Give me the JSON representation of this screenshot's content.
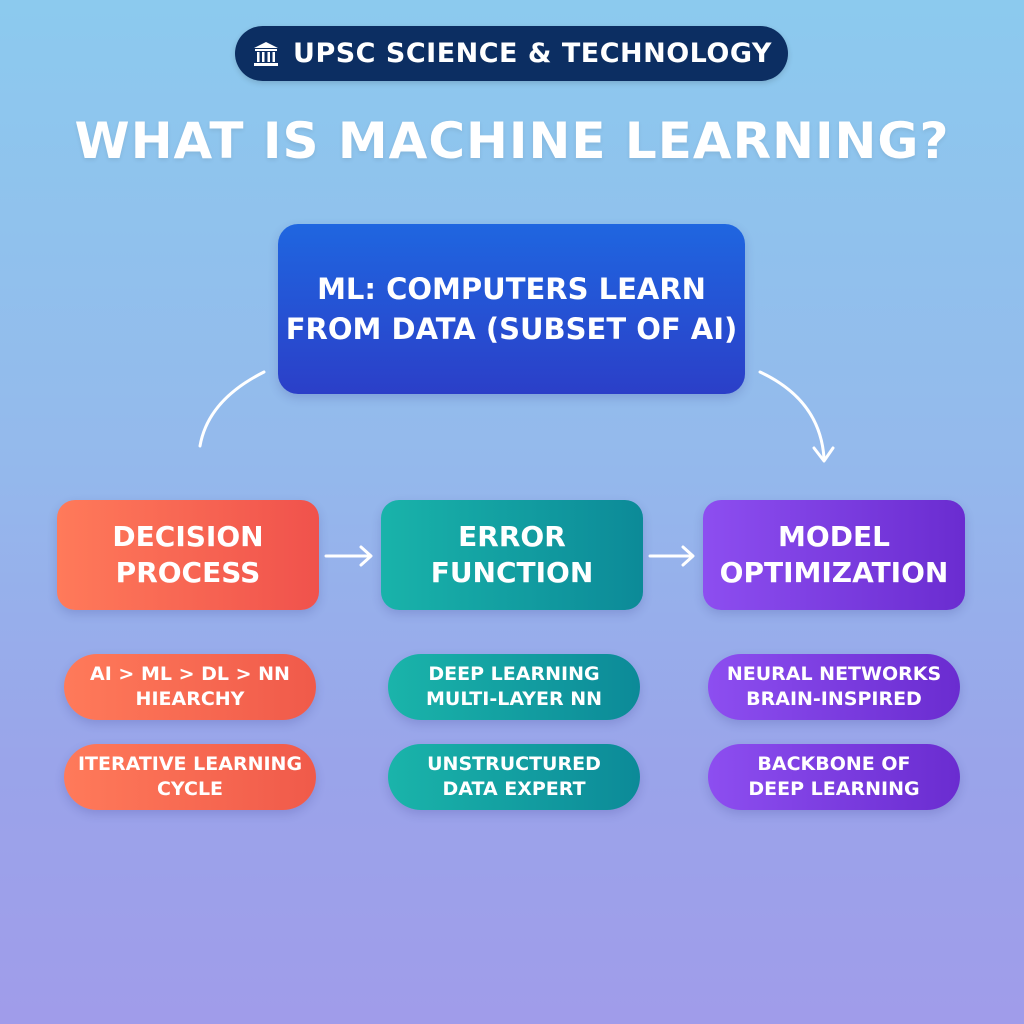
{
  "header": {
    "badge_icon": "building-columns-icon",
    "badge_text": "UPSC SCIENCE & TECHNOLOGY",
    "title": "WHAT IS MACHINE LEARNING?"
  },
  "main_node": {
    "text": "ML: COMPUTERS LEARN\nFROM DATA (SUBSET OF AI)"
  },
  "categories": [
    {
      "label": "DECISION\nPROCESS",
      "color": "#f0524c"
    },
    {
      "label": "ERROR\nFUNCTION",
      "color": "#0c8a98"
    },
    {
      "label": "MODEL\nOPTIMIZATION",
      "color": "#6a2cd0"
    }
  ],
  "details": [
    [
      "AI > ML > DL > NN\nHIEARCHY",
      "ITERATIVE LEARNING\nCYCLE"
    ],
    [
      "DEEP LEARNING\nMULTI-LAYER NN",
      "UNSTRUCTURED\nDATA EXPERT"
    ],
    [
      "NEURAL NETWORKS\nBRAIN-INSPIRED",
      "BACKBONE OF\nDEEP LEARNING"
    ]
  ],
  "colors": {
    "badge_bg": "#0c2e62",
    "main_node": "#2b3fc8",
    "arrow": "#ffffff"
  }
}
